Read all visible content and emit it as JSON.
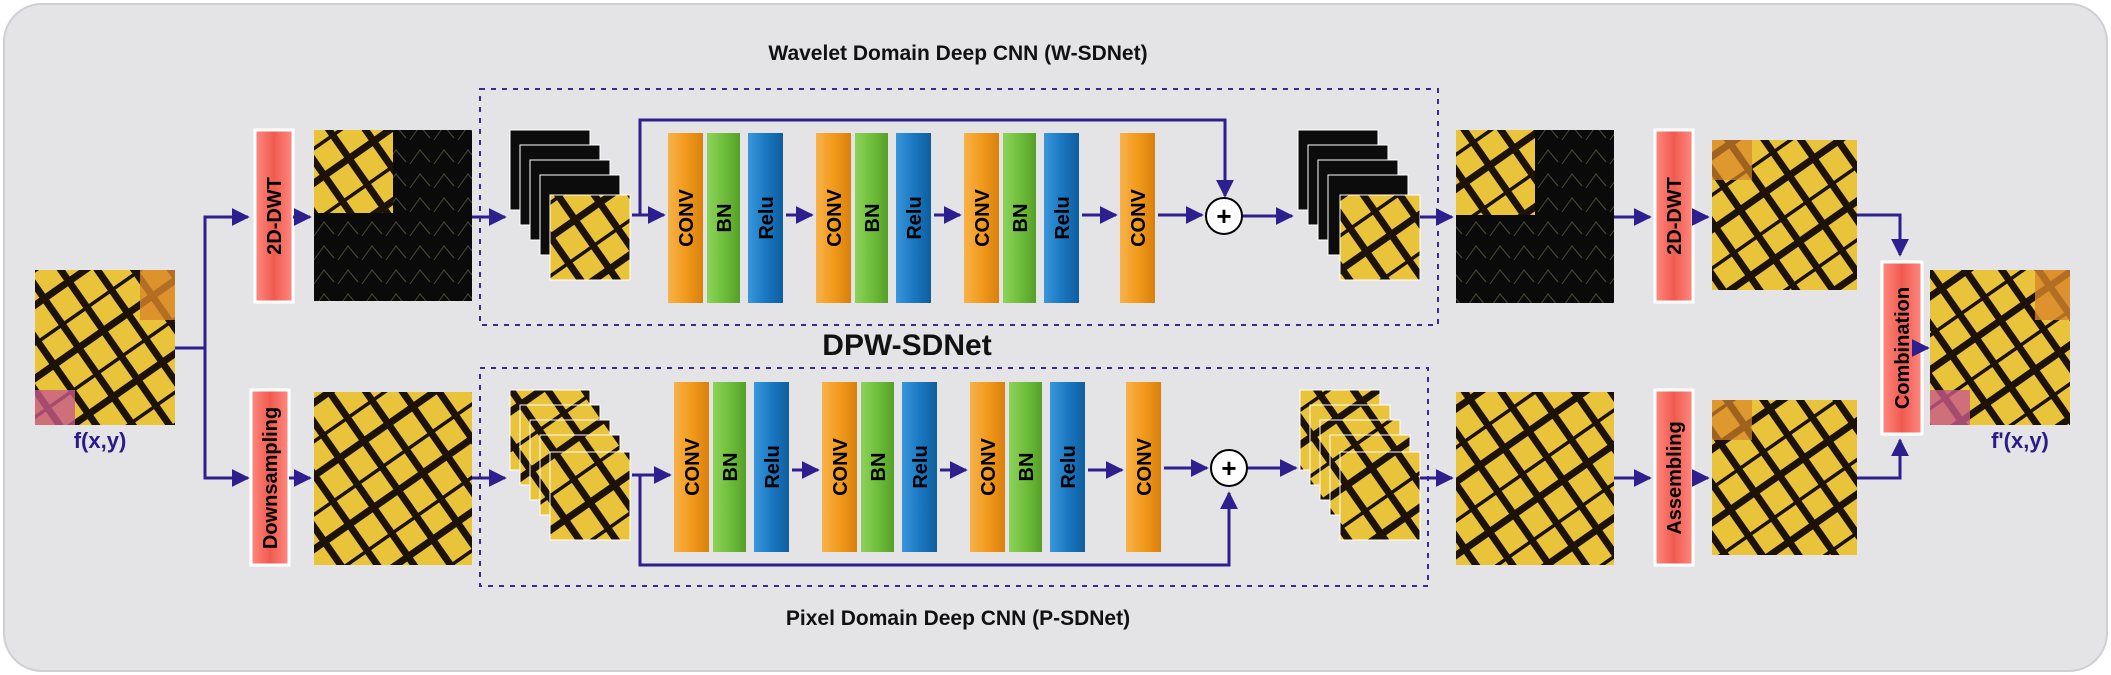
{
  "titles": {
    "wavelet": "Wavelet Domain Deep CNN (W-SDNet)",
    "main": "DPW-SDNet",
    "pixel": "Pixel Domain Deep CNN (P-SDNet)"
  },
  "io": {
    "input_label": "f(x,y)",
    "output_label": "f'(x,y)"
  },
  "boxes": {
    "dwt_in": "2D-DWT",
    "downsampling": "Downsampling",
    "dwt_out": "2D-DWT",
    "assembling": "Assembling",
    "combination": "Combination"
  },
  "layers": {
    "conv": "CONV",
    "bn": "BN",
    "relu": "Relu"
  },
  "sum_symbol": "+",
  "colors": {
    "panel_bg": "#e4e4e6",
    "arrow": "#2e1f8f",
    "dashed_frame": "#3a2a92",
    "conv": "#f29a1c",
    "bn": "#6fbe3c",
    "relu": "#1a78c2",
    "vbox_fill": "#f05a50",
    "vbox_border": "#ffffff"
  }
}
